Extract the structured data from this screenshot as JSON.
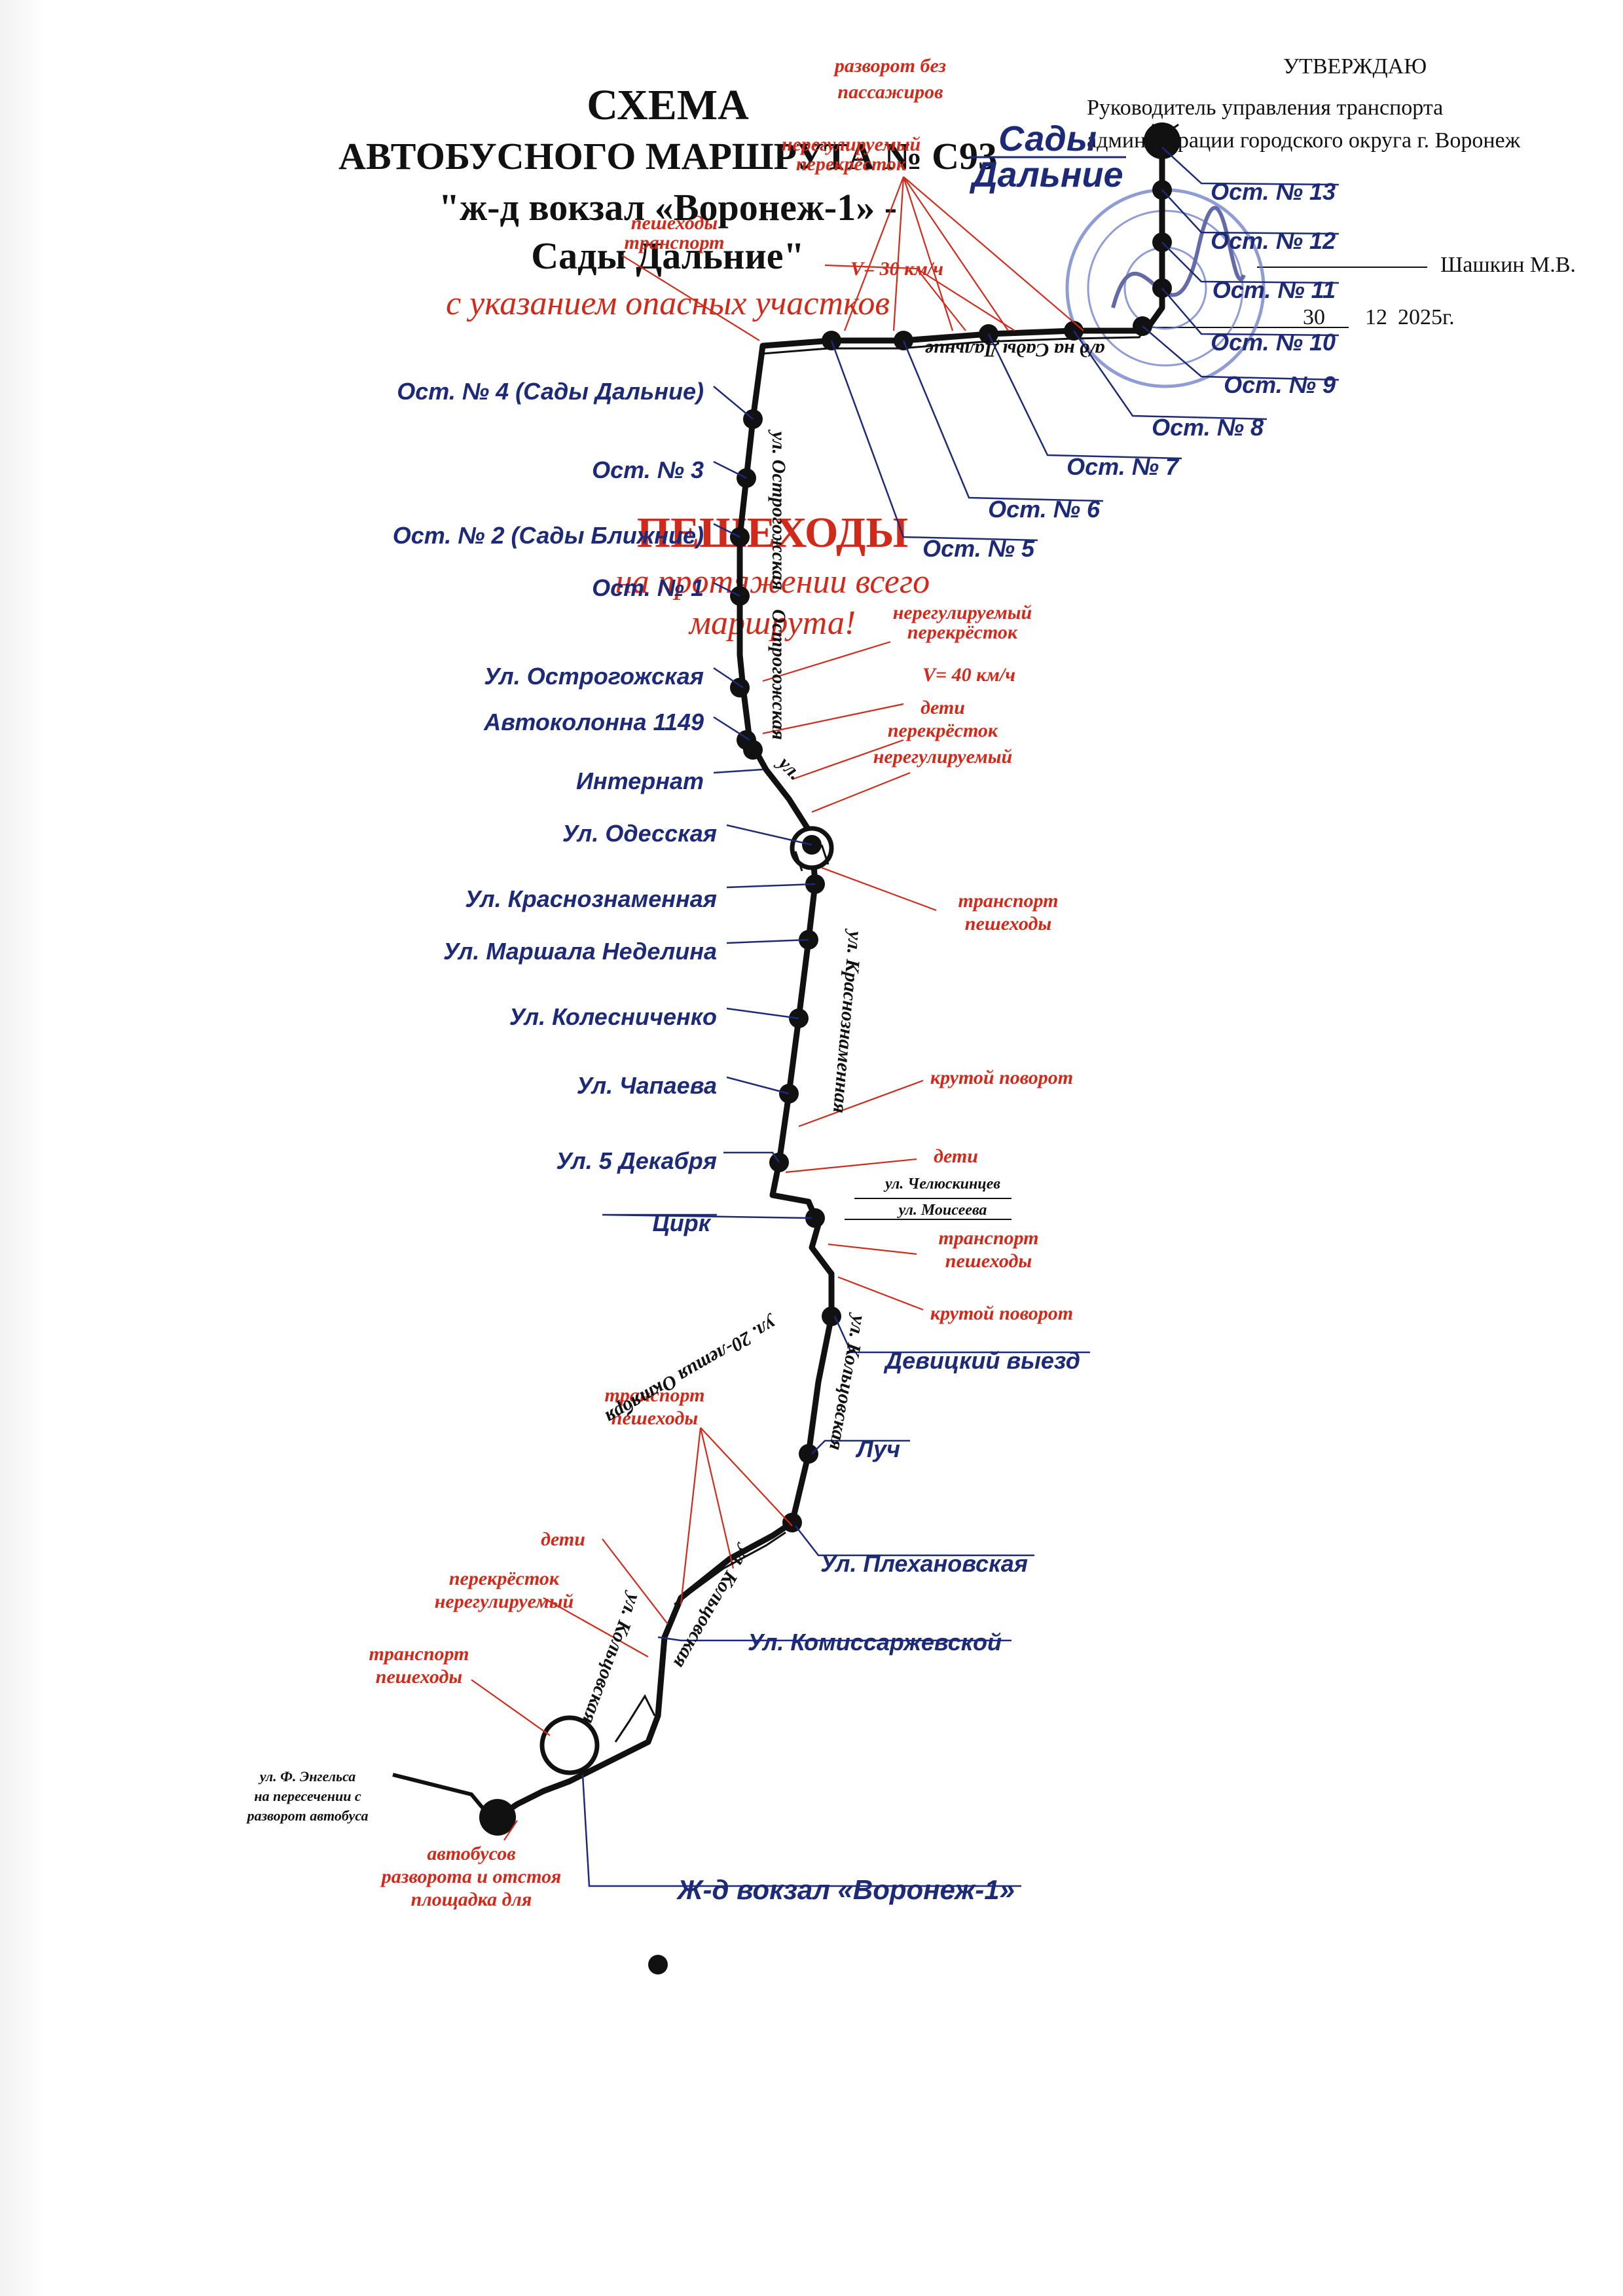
{
  "header": {
    "approve": "УТВЕРЖДАЮ",
    "approver_line1": "Руководитель управления транспорта",
    "approver_line2": "администрации городского округа г. Воронеж",
    "signer": "Шашкин М.В.",
    "date_day": "30",
    "date_month": "12",
    "date_year": "2025г."
  },
  "title": {
    "line1": "СХЕМА",
    "line2": "АВТОБУСНОГО МАРШРУТА № С93",
    "line3": "\"ж-д вокзал «Воронеж-1» -",
    "line4": "Сады Дальние\"",
    "line5": "с указанием опасных участков"
  },
  "warning": {
    "line1": "ПЕШЕХОДЫ",
    "line2": "на протяжении всего",
    "line3": "маршрута!"
  },
  "terminals": {
    "start": "Ж-д вокзал «Воронеж-1»",
    "end_line1": "Сады",
    "end_line2": "Дальние"
  },
  "stops": [
    "Ул. Комиссаржевской",
    "Ул. Плехановская",
    "Луч",
    "Девицкий выезд",
    "Цирк",
    "Ул. 5 Декабря",
    "Ул. Чапаева",
    "Ул. Колесниченко",
    "Ул. Маршала Неделина",
    "Ул. Краснознаменная",
    "Ул. Одесская",
    "Интернат",
    "Автоколонна 1149",
    "Ул. Острогожская",
    "Ост. № 1",
    "Ост. № 2 (Сады Ближние)",
    "Ост. № 3",
    "Ост. № 4 (Сады Дальние)",
    "Ост. № 5",
    "Ост. № 6",
    "Ост. № 7",
    "Ост. № 8",
    "Ост. № 9",
    "Ост. № 10",
    "Ост. № 11",
    "Ост. № 12",
    "Ост. № 13"
  ],
  "hazards": {
    "pedestrians_1": "пешеходы",
    "transport_1": "транспорт",
    "crosswalk_1": "нерегулируемый",
    "crosswalk_2": "перекрёсток",
    "children": "дети",
    "sharp_turn": "крутой поворот",
    "speed_40": "V= 40 км/ч",
    "speed_30": "V= 30 км/ч",
    "pickup_1": "площадка для",
    "pickup_2": "разворота и отстоя",
    "pickup_3": "автобусов",
    "turnaround_1": "разворот без",
    "turnaround_2": "пассажиров",
    "turnaround_bus_1": "разворот автобуса",
    "turnaround_bus_2": "на пересечении с",
    "turnaround_bus_3": "ул. Ф. Энгельса"
  },
  "streets": {
    "koltsovskaya": "ул. Кольцовская",
    "oktyabrya": "ул. 20-летия Октября",
    "krasnoznamennaya": "ул. Краснознаменная",
    "ostrogozhskaya": "ул. Острогожская",
    "ostrogozhskaya2": "Острогожская",
    "ul_short": "ул.",
    "chelyuskintsev": "ул. Челюскинцев",
    "moiseeva": "ул. Моисеева",
    "ad_road": "а/д на Сады Дальние"
  },
  "colors": {
    "route": "#111111",
    "stop_text": "#1c2a78",
    "hazard": "#d12a1a",
    "stamp": "#6a7cc9"
  }
}
